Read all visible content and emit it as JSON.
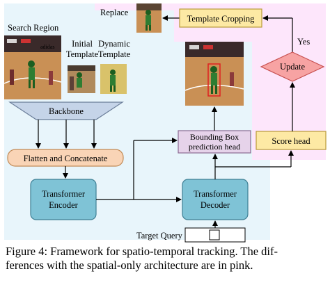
{
  "diagram": {
    "labels": {
      "search_region": "Search Region",
      "initial_template_1": "Initial",
      "initial_template_2": "Template",
      "dynamic_template_1": "Dynamic",
      "dynamic_template_2": "Template",
      "replace": "Replace",
      "template_cropping": "Template Cropping",
      "yes": "Yes",
      "update": "Update",
      "backbone": "Backbone",
      "flatten_concatenate": "Flatten and Concatenate",
      "bbox_head_1": "Bounding Box",
      "bbox_head_2": "prediction head",
      "score_head": "Score head",
      "encoder_1": "Transformer",
      "encoder_2": "Encoder",
      "decoder_1": "Transformer",
      "decoder_2": "Decoder",
      "target_query": "Target Query",
      "logo_text": "adidas"
    },
    "colors": {
      "blue_region": "#e8f5fb",
      "pink_region": "#fde6fb",
      "backbone_fill": "#c5d4e8",
      "flatten_fill": "#f9d4b6",
      "flatten_stroke": "#c28b57",
      "transformer_fill": "#7fc3d6",
      "transformer_stroke": "#3e7f94",
      "yellow_fill": "#fde9a4",
      "yellow_stroke": "#b89a3a",
      "update_fill": "#f7a3a3",
      "update_stroke": "#c75050",
      "bbox_fill": "#e6d3ea",
      "court": "#c99055",
      "player_green": "#2e7d32",
      "box_red": "#e02020"
    }
  },
  "caption": {
    "line1": "Figure 4: Framework for spatio-temporal tracking. The dif-",
    "line2": "ferences with the spatial-only architecture are in pink."
  }
}
